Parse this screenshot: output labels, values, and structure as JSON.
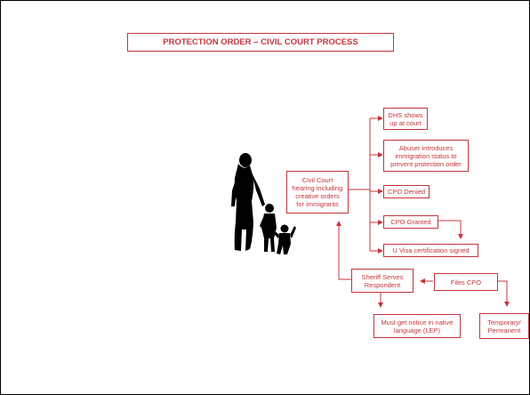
{
  "title": "PROTECTION ORDER – CIVIL COURT PROCESS",
  "colors": {
    "accent": "#c4353b",
    "silhouette": "#000000",
    "frame": "#000000"
  },
  "illustration": "silhouette of a woman with two children",
  "nodes": {
    "civil_court": "Civil Court\nhearing including\ncreative orders\nfor immigrants",
    "dhs": "DHS shows\nup at court",
    "abuser": "Abuser introduces\nimmigration status to\nprevent protection order",
    "cpo_denied": "CPO Denied",
    "cpo_granted": "CPO Granted",
    "u_visa": "U Visa certification signed",
    "sheriff": "Sheriff Serves\nRespondent",
    "files_cpo": "Files CPO",
    "notice": "Must get notice in native\nlanguage (LEP)",
    "temporary": "Temporary/\nPermanent"
  }
}
